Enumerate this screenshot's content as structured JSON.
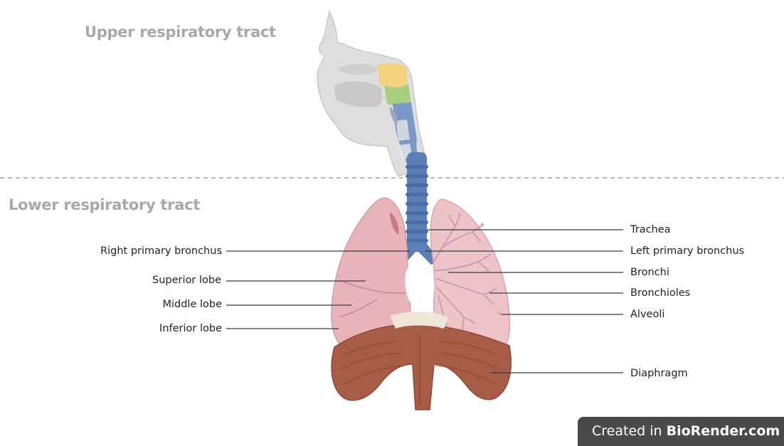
{
  "sections": {
    "upper": "Upper respiratory tract",
    "lower": "Lower respiratory tract"
  },
  "labels": {
    "right_primary_bronchus": "Right primary bronchus",
    "superior_lobe": "Superior lobe",
    "middle_lobe": "Middle lobe",
    "inferior_lobe": "Inferior lobe",
    "trachea": "Trachea",
    "left_primary_bronchus": "Left primary bronchus",
    "bronchi": "Bronchi",
    "bronchioles": "Bronchioles",
    "alveoli": "Alveoli",
    "diaphragm": "Diaphragm"
  },
  "watermark": {
    "prefix": "Created in ",
    "brand": "BioRender.com"
  },
  "colors": {
    "lung": "#e9b4b9",
    "lung_shadow": "#d9969d",
    "trachea": "#5b7fb5",
    "nasal_yellow": "#f2d27c",
    "pharynx_green": "#a9cf7e",
    "diaphragm": "#a95c45",
    "head_gray": "#dcdcdc"
  }
}
